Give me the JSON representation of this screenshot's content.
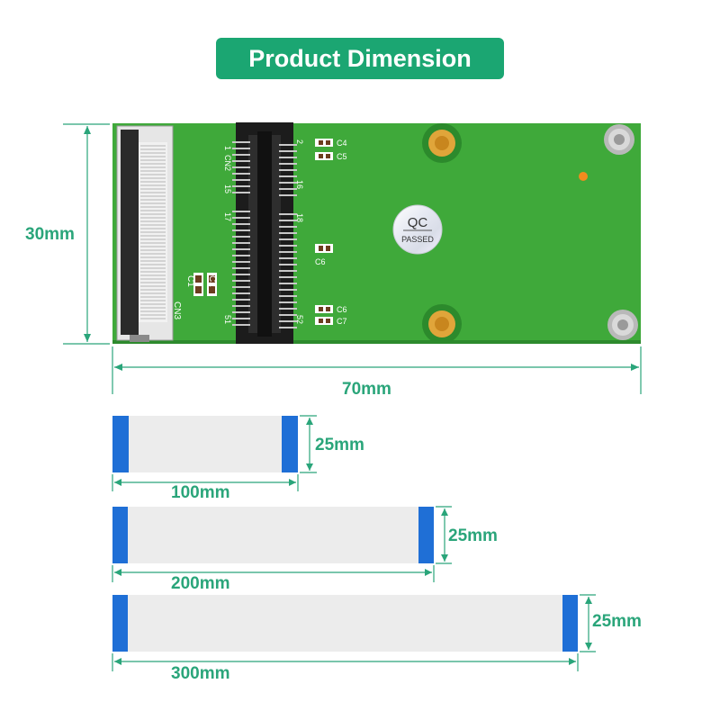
{
  "header": {
    "title": "Product Dimension"
  },
  "board": {
    "height_label": "30mm",
    "width_label": "70mm",
    "qc_sticker": {
      "top": "QC",
      "bottom": "PASSED"
    },
    "silkscreen": {
      "cn1_pin1": "1",
      "cn2": "CN2",
      "cn2_pin15": "15",
      "cn2_pin17": "17",
      "cn2_pin51": "51",
      "pin2": "2",
      "pin16": "16",
      "pin18": "18",
      "pin52": "52",
      "c1": "C1",
      "c2": "C2",
      "cn3": "CN3",
      "c4": "C4",
      "c5": "C5",
      "c6_mid": "C6",
      "c6_low": "C6",
      "c7": "C7"
    }
  },
  "cables": [
    {
      "length_label": "100mm",
      "width_label": "25mm"
    },
    {
      "length_label": "200mm",
      "width_label": "25mm"
    },
    {
      "length_label": "300mm",
      "width_label": "25mm"
    }
  ],
  "colors": {
    "accent": "#1ba672",
    "dimension_text": "#2aa57a",
    "pcb_green": "#3fa93a",
    "cable_body": "#ececec",
    "cable_stiffener": "#1f6fd6"
  }
}
